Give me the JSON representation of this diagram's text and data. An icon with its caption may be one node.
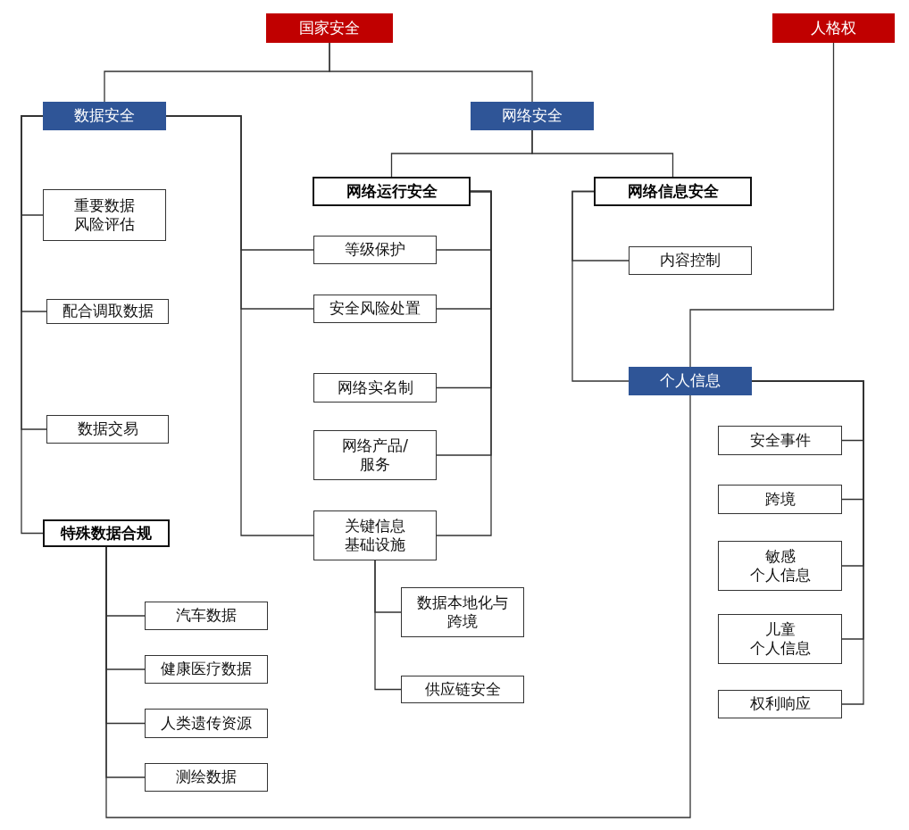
{
  "diagram": {
    "nodes": [
      {
        "text": [
          "国家安全"
        ]
      },
      {
        "text": [
          "人格权"
        ]
      },
      {
        "text": [
          "数据安全"
        ]
      },
      {
        "text": [
          "网络安全"
        ]
      },
      {
        "text": [
          "重要数据风险评估"
        ]
      },
      {
        "text": [
          "配合调取数据"
        ]
      },
      {
        "text": [
          "数据交易"
        ]
      },
      {
        "text": [
          "特殊数据合规"
        ]
      },
      {
        "text": [
          "网络运行安全"
        ]
      },
      {
        "text": [
          "网络信息安全"
        ]
      },
      {
        "text": [
          "等级保护"
        ]
      },
      {
        "text": [
          "安全风险处置"
        ]
      },
      {
        "text": [
          "网络实名制"
        ]
      },
      {
        "text": [
          "网络产品/服务"
        ]
      },
      {
        "text": [
          "关键信息基础设施"
        ]
      },
      {
        "text": [
          "内容控制"
        ]
      },
      {
        "text": [
          "个人信息"
        ]
      },
      {
        "text": [
          "数据本地化与跨境"
        ]
      },
      {
        "text": [
          "供应链安全"
        ]
      },
      {
        "text": [
          "汽车数据"
        ]
      },
      {
        "text": [
          "健康医疗数据"
        ]
      },
      {
        "text": [
          "人类遗传资源"
        ]
      },
      {
        "text": [
          "测绘数据"
        ]
      },
      {
        "text": [
          "安全事件"
        ]
      },
      {
        "text": [
          "跨境"
        ]
      },
      {
        "text": [
          "敏感",
          "个人信息"
        ]
      },
      {
        "text": [
          "儿童",
          "个人信息"
        ]
      },
      {
        "text": [
          "权利响应"
        ]
      }
    ],
    "edges": [
      {
        "from": 0,
        "to": 2,
        "arrow": "none"
      },
      {
        "from": 0,
        "to": 3,
        "arrow": "none"
      },
      {
        "from": 1,
        "to": 16,
        "arrow": "none"
      },
      {
        "from": 2,
        "to": 4,
        "arrow": "none"
      },
      {
        "from": 2,
        "to": 5,
        "arrow": "none"
      },
      {
        "from": 2,
        "to": 6,
        "arrow": "none"
      },
      {
        "from": 2,
        "to": 7,
        "arrow": "none"
      },
      {
        "from": 2,
        "to": 10,
        "arrow": "none"
      },
      {
        "from": 2,
        "to": 11,
        "arrow": "none"
      },
      {
        "from": 2,
        "to": 14,
        "arrow": "none"
      },
      {
        "from": 3,
        "to": 8,
        "arrow": "none"
      },
      {
        "from": 3,
        "to": 9,
        "arrow": "none"
      },
      {
        "from": 8,
        "to": 10,
        "arrow": "none"
      },
      {
        "from": 8,
        "to": 11,
        "arrow": "none"
      },
      {
        "from": 8,
        "to": 12,
        "arrow": "none"
      },
      {
        "from": 8,
        "to": 13,
        "arrow": "none"
      },
      {
        "from": 8,
        "to": 14,
        "arrow": "none"
      },
      {
        "from": 9,
        "to": 15,
        "arrow": "none"
      },
      {
        "from": 9,
        "to": 16,
        "arrow": "none"
      },
      {
        "from": 16,
        "to": 23,
        "arrow": "none"
      },
      {
        "from": 16,
        "to": 24,
        "arrow": "none"
      },
      {
        "from": 16,
        "to": 25,
        "arrow": "none"
      },
      {
        "from": 16,
        "to": 26,
        "arrow": "none"
      },
      {
        "from": 16,
        "to": 27,
        "arrow": "none"
      },
      {
        "from": 14,
        "to": 17,
        "arrow": "none"
      },
      {
        "from": 14,
        "to": 18,
        "arrow": "none"
      },
      {
        "from": 7,
        "to": 19,
        "arrow": "none"
      },
      {
        "from": 7,
        "to": 20,
        "arrow": "none"
      },
      {
        "from": 7,
        "to": 21,
        "arrow": "none"
      },
      {
        "from": 7,
        "to": 22,
        "arrow": "none"
      },
      {
        "from": 16,
        "to": 7,
        "arrow": "none"
      }
    ]
  }
}
